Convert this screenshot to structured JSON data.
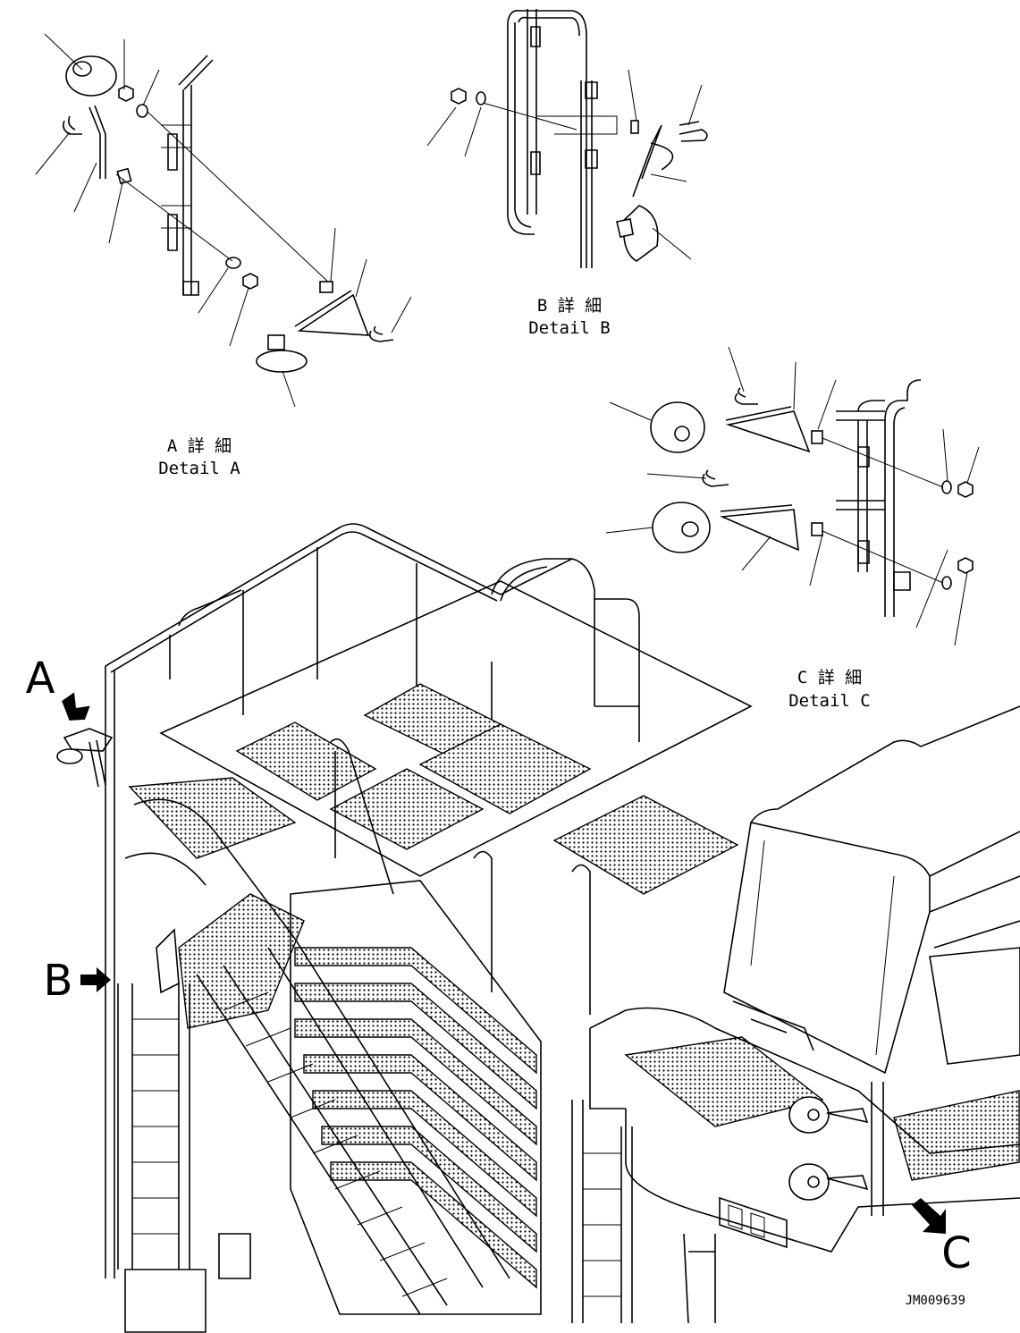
{
  "details": {
    "a": {
      "label_jp": "A 詳 細",
      "label_en": "Detail A"
    },
    "b": {
      "label_jp": "B 詳 細",
      "label_en": "Detail B"
    },
    "c": {
      "label_jp": "C 詳 細",
      "label_en": "Detail C"
    }
  },
  "callouts": {
    "a": "A",
    "b": "B",
    "c": "C"
  },
  "drawing_number": "JM009639"
}
